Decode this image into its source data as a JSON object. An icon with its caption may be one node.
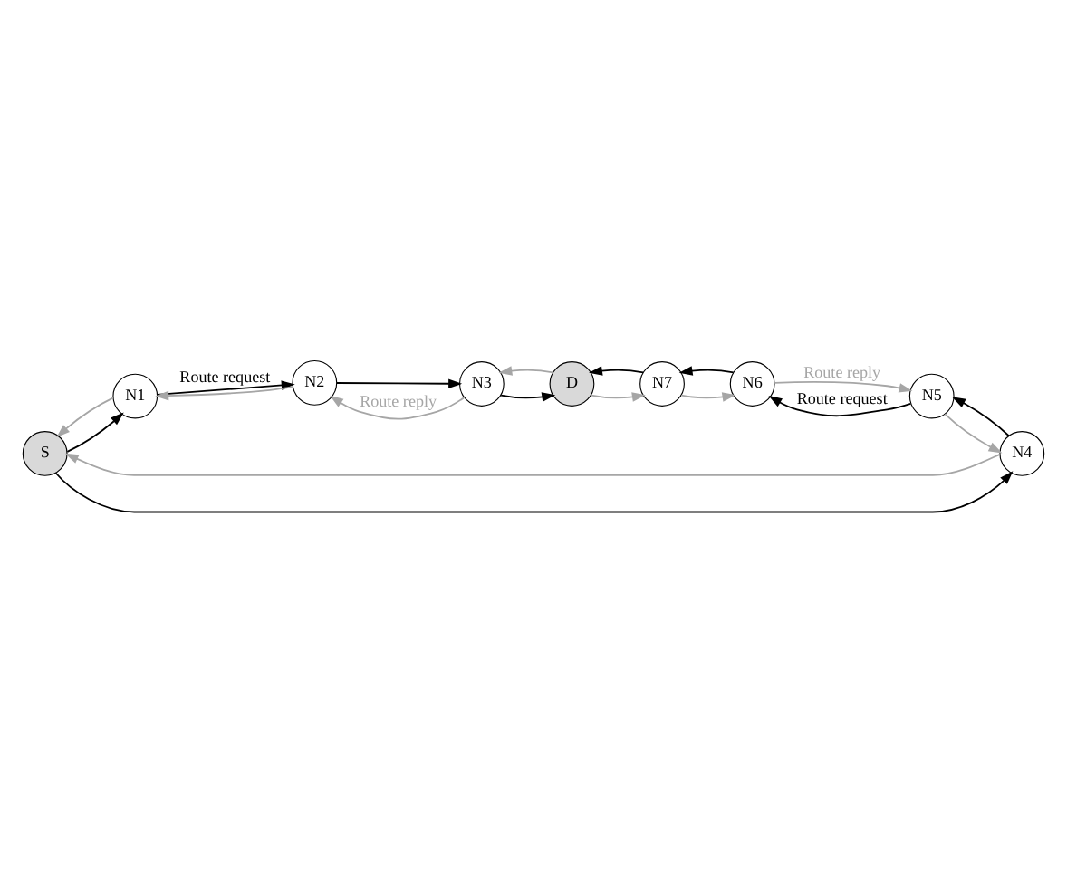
{
  "diagram": {
    "nodes": [
      {
        "text": [
          "S"
        ]
      },
      {
        "text": [
          "N1"
        ]
      },
      {
        "text": [
          "N2"
        ]
      },
      {
        "text": [
          "N3"
        ]
      },
      {
        "text": [
          "D"
        ]
      },
      {
        "text": [
          "N4"
        ]
      },
      {
        "text": [
          "N5"
        ]
      },
      {
        "text": [
          "N6"
        ]
      },
      {
        "text": [
          "N7"
        ]
      }
    ],
    "edges": [
      {
        "from": 0,
        "to": 1,
        "arrow": "to"
      },
      {
        "from": 1,
        "to": 2,
        "arrow": "to",
        "label": "Route request"
      },
      {
        "from": 2,
        "to": 3,
        "arrow": "to"
      },
      {
        "from": 3,
        "to": 4,
        "arrow": "to"
      },
      {
        "from": 4,
        "to": 3,
        "arrow": "to",
        "color": "#a6a6a6"
      },
      {
        "from": 3,
        "to": 2,
        "arrow": "to",
        "color": "#a6a6a6",
        "label": "Route reply"
      },
      {
        "from": 2,
        "to": 1,
        "arrow": "to",
        "color": "#a6a6a6"
      },
      {
        "from": 1,
        "to": 0,
        "arrow": "to",
        "color": "#a6a6a6"
      },
      {
        "from": 0,
        "to": 5,
        "arrow": "to"
      },
      {
        "from": 5,
        "to": 6,
        "arrow": "to"
      },
      {
        "from": 6,
        "to": 7,
        "arrow": "to",
        "label": "Route request"
      },
      {
        "from": 7,
        "to": 8,
        "arrow": "to"
      },
      {
        "from": 8,
        "to": 4,
        "arrow": "to"
      },
      {
        "from": 4,
        "to": 8,
        "arrow": "to",
        "color": "#a6a6a6"
      },
      {
        "from": 8,
        "to": 7,
        "arrow": "to",
        "color": "#a6a6a6"
      },
      {
        "from": 7,
        "to": 6,
        "arrow": "to",
        "color": "#a6a6a6",
        "label": "Route reply"
      },
      {
        "from": 6,
        "to": 5,
        "arrow": "to",
        "color": "#a6a6a6"
      },
      {
        "from": 5,
        "to": 0,
        "arrow": "to",
        "color": "#a6a6a6"
      }
    ]
  }
}
